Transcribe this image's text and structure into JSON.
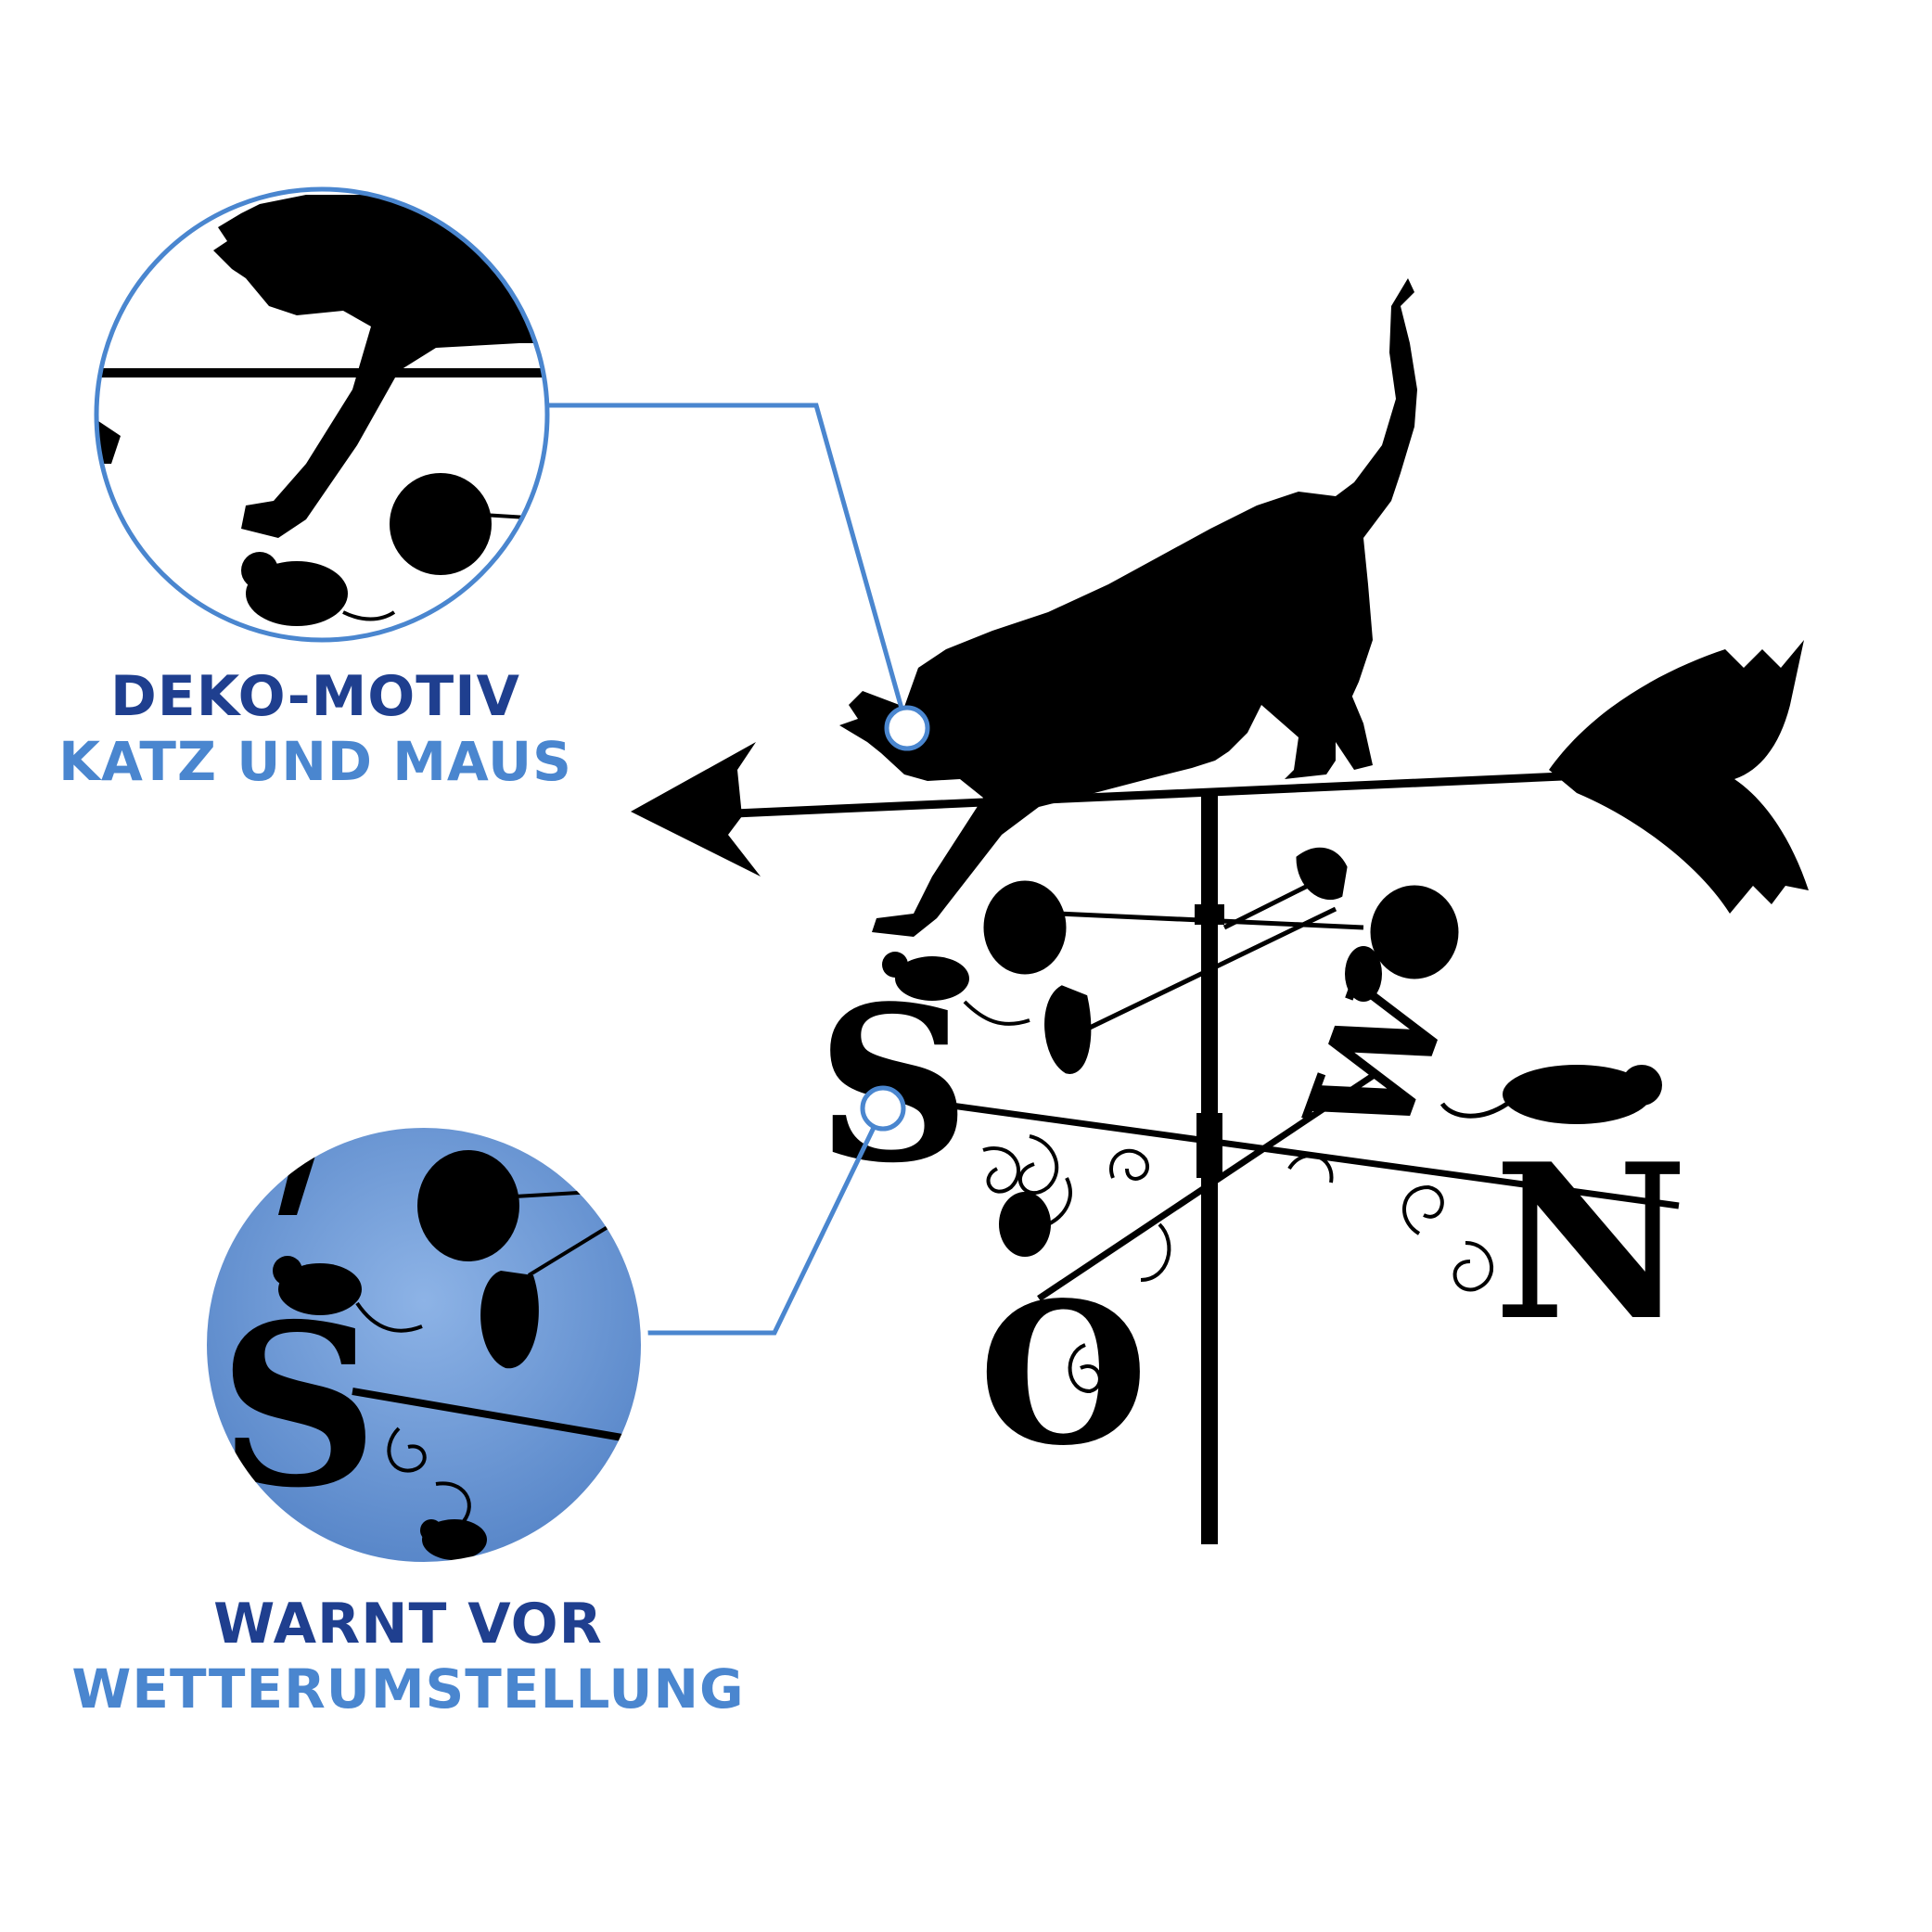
{
  "captions": {
    "top": {
      "line1": "DEKO-MOTIV",
      "line2": "KATZ UND MAUS"
    },
    "bottom": {
      "line1": "WARNT VOR",
      "line2": "WETTERUMSTELLUNG"
    }
  },
  "compass_letters": {
    "south": "S",
    "west": "W",
    "north": "N",
    "east": "O"
  },
  "colors": {
    "accent_dark": "#1f3f8f",
    "accent_light": "#4a86cf",
    "callout_line": "#4a86cf",
    "silhouette": "#000000",
    "sky": "#6f9bd8"
  }
}
